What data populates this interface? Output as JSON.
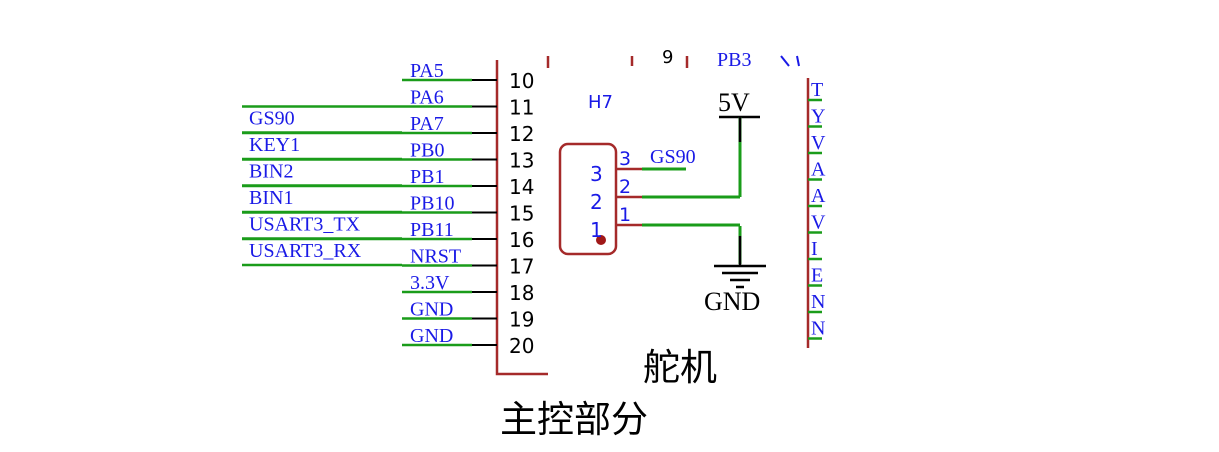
{
  "mcu": {
    "left_pins": [
      {
        "num": "10",
        "port": "PA5",
        "net": ""
      },
      {
        "num": "11",
        "port": "PA6",
        "net": "GS90"
      },
      {
        "num": "12",
        "port": "PA7",
        "net": "KEY1"
      },
      {
        "num": "13",
        "port": "PB0",
        "net": "BIN2"
      },
      {
        "num": "14",
        "port": "PB1",
        "net": "BIN1"
      },
      {
        "num": "15",
        "port": "PB10",
        "net": "USART3_TX"
      },
      {
        "num": "16",
        "port": "PB11",
        "net": "USART3_RX"
      },
      {
        "num": "17",
        "port": "NRST",
        "net": ""
      },
      {
        "num": "18",
        "port": "3.3V",
        "net": ""
      },
      {
        "num": "19",
        "port": "GND",
        "net": ""
      },
      {
        "num": "20",
        "port": "GND",
        "net": ""
      }
    ],
    "partial_pin_number": "9",
    "section_label": "主控部分"
  },
  "servo": {
    "designator": "H7",
    "pins": [
      {
        "num": "3",
        "net": "GS90"
      },
      {
        "num": "2",
        "net": ""
      },
      {
        "num": "1",
        "net": ""
      }
    ],
    "body_pin_labels": [
      "3",
      "2",
      "1"
    ],
    "power_label": "5V",
    "ground_label": "GND",
    "section_label": "舵机"
  },
  "right_partial": {
    "top_label": "PB3",
    "edge_glyphs": [
      "T",
      "Y",
      "V",
      "A",
      "A",
      "V",
      "I",
      "E",
      "N",
      "N"
    ]
  },
  "colors": {
    "wire": "#1a9c1a",
    "net_label": "#1a1ae6",
    "component_outline": "#a52a2a",
    "text": "#000000",
    "pin_dot": "#a01818"
  }
}
